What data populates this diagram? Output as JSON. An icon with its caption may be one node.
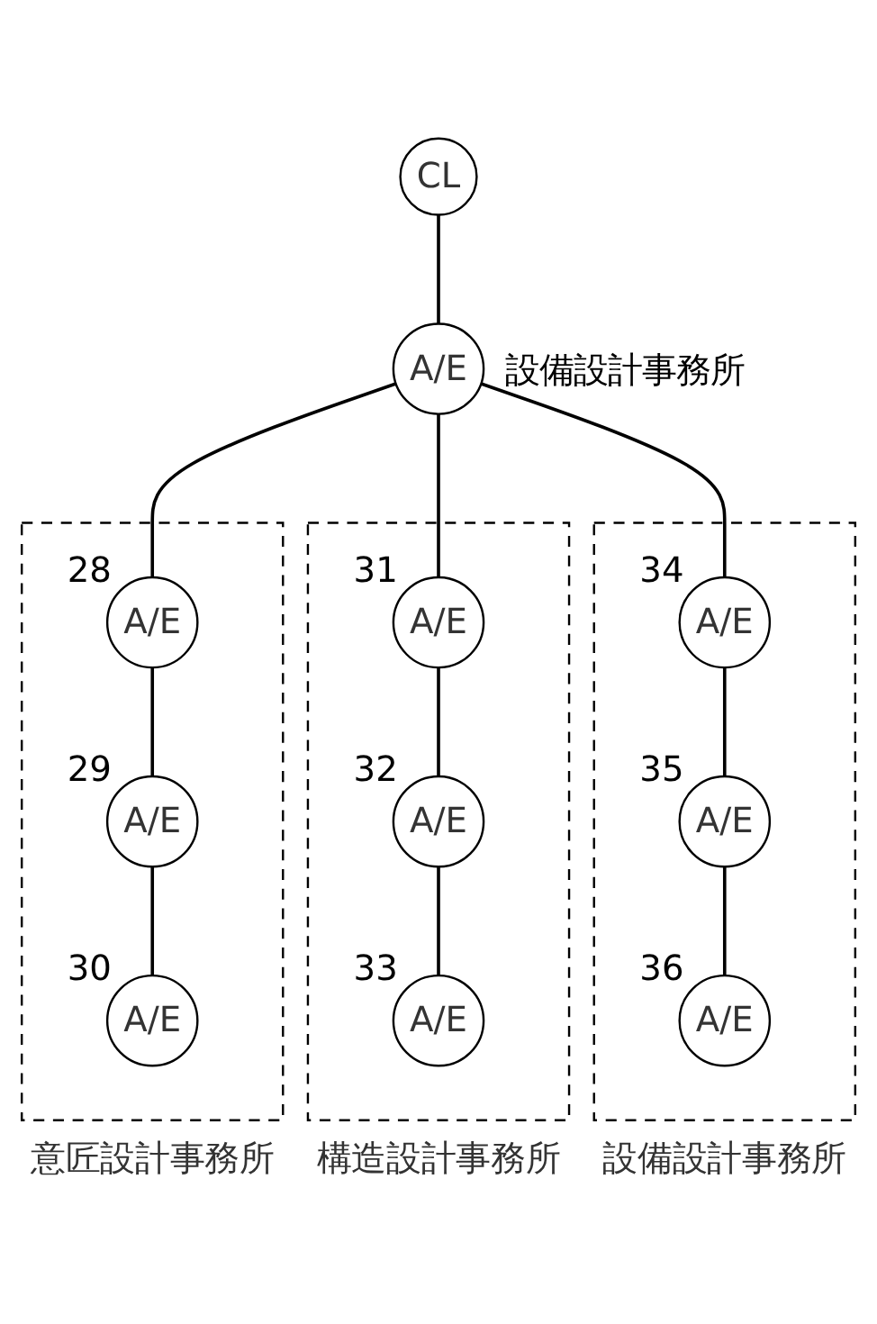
{
  "diagram": {
    "nodes": [
      {
        "text": [
          "CL"
        ]
      },
      {
        "text": [
          "A/E"
        ],
        "beside": [
          "設備設計事務所"
        ]
      },
      {
        "text": [
          "意匠設計事務所"
        ]
      },
      {
        "text": [
          "A/E"
        ],
        "in": 2,
        "beside": [
          "28"
        ]
      },
      {
        "text": [
          "A/E"
        ],
        "in": 2,
        "beside": [
          "29"
        ]
      },
      {
        "text": [
          "A/E"
        ],
        "in": 2,
        "beside": [
          "30"
        ]
      },
      {
        "text": [
          "構造設計事務所"
        ]
      },
      {
        "text": [
          "A/E"
        ],
        "in": 6,
        "beside": [
          "31"
        ]
      },
      {
        "text": [
          "A/E"
        ],
        "in": 6,
        "beside": [
          "32"
        ]
      },
      {
        "text": [
          "A/E"
        ],
        "in": 6,
        "beside": [
          "33"
        ]
      },
      {
        "text": [
          "設備設計事務所"
        ]
      },
      {
        "text": [
          "A/E"
        ],
        "in": 10,
        "beside": [
          "34"
        ]
      },
      {
        "text": [
          "A/E"
        ],
        "in": 10,
        "beside": [
          "35"
        ]
      },
      {
        "text": [
          "A/E"
        ],
        "in": 10,
        "beside": [
          "36"
        ]
      }
    ],
    "edges": [
      {
        "from": 0,
        "to": 1,
        "arrow": "none"
      },
      {
        "from": 1,
        "to": 3,
        "arrow": "none"
      },
      {
        "from": 1,
        "to": 7,
        "arrow": "none"
      },
      {
        "from": 1,
        "to": 11,
        "arrow": "none"
      },
      {
        "from": 3,
        "to": 4,
        "arrow": "none"
      },
      {
        "from": 4,
        "to": 5,
        "arrow": "none"
      },
      {
        "from": 7,
        "to": 8,
        "arrow": "none"
      },
      {
        "from": 8,
        "to": 9,
        "arrow": "none"
      },
      {
        "from": 11,
        "to": 12,
        "arrow": "none"
      },
      {
        "from": 12,
        "to": 13,
        "arrow": "none"
      }
    ]
  }
}
